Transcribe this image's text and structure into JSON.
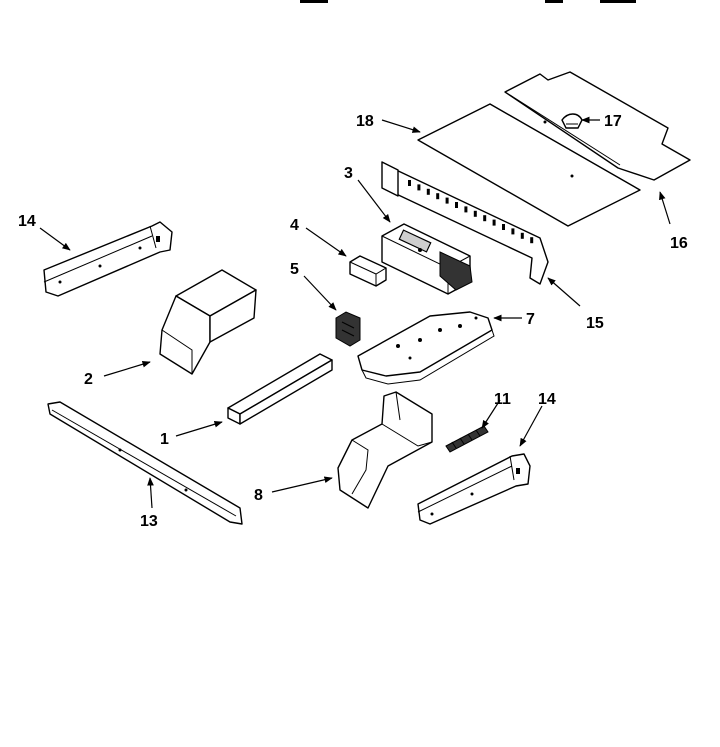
{
  "callouts": {
    "c1": "1",
    "c2": "2",
    "c3": "3",
    "c4": "4",
    "c5": "5",
    "c7": "7",
    "c8": "8",
    "c11": "11",
    "c13": "13",
    "c14a": "14",
    "c14b": "14",
    "c15": "15",
    "c16": "16",
    "c17": "17",
    "c18": "18"
  }
}
